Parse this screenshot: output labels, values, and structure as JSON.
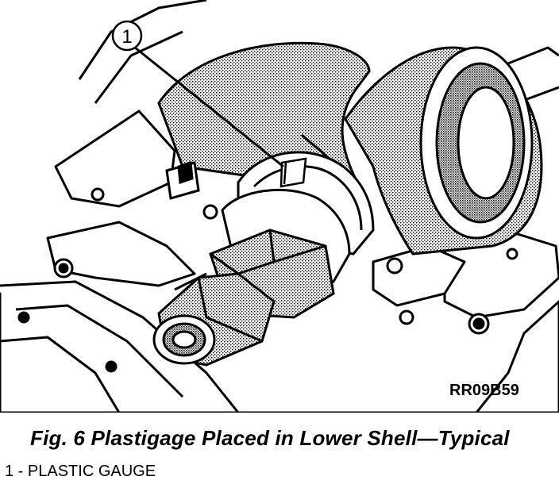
{
  "figure": {
    "callout_number": "1",
    "reference_code": "RR09B59",
    "caption": "Fig. 6 Plastigage Placed in Lower Shell—Typical",
    "legend_item": "1 - PLASTIC GAUGE"
  }
}
